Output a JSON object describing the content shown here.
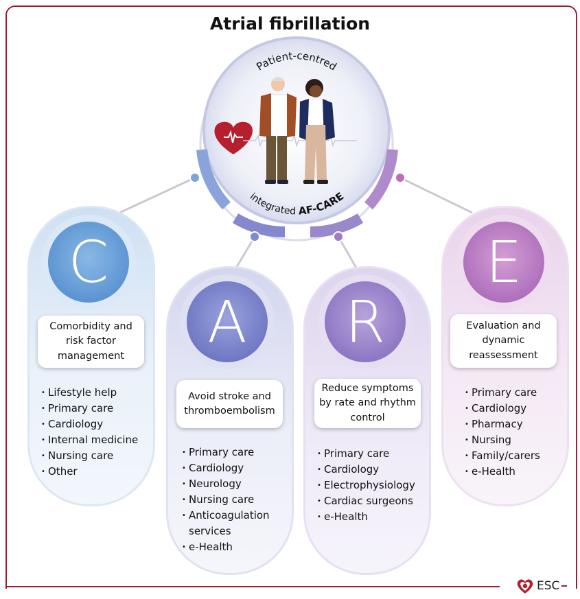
{
  "title": "Atrial fibrillation",
  "center": {
    "top_text": "Patient-centred",
    "bottom_prefix": "integrated",
    "bottom_bold": "AF-CARE"
  },
  "pillars": [
    {
      "letter": "C",
      "label": "Comorbidity and risk factor management",
      "items": [
        "Lifestyle help",
        "Primary care",
        "Cardiology",
        "Internal medicine",
        "Nursing care",
        "Other"
      ],
      "color": "#6fa3d8"
    },
    {
      "letter": "A",
      "label": "Avoid stroke and thromboembolism",
      "items": [
        "Primary care",
        "Cardiology",
        "Neurology",
        "Nursing care",
        "Anticoagulation services",
        "e-Health"
      ],
      "color": "#7a86c9"
    },
    {
      "letter": "R",
      "label": "Reduce symptoms by rate and rhythm control",
      "items": [
        "Primary care",
        "Cardiology",
        "Electrophysiology",
        "Cardiac surgeons",
        "e-Health"
      ],
      "color": "#9a86c8"
    },
    {
      "letter": "E",
      "label": "Evaluation and dynamic reassessment",
      "items": [
        "Primary care",
        "Cardiology",
        "Pharmacy",
        "Nursing",
        "Family/carers",
        "e-Health"
      ],
      "color": "#b57fbf"
    }
  ],
  "logo": {
    "text": "ESC"
  }
}
